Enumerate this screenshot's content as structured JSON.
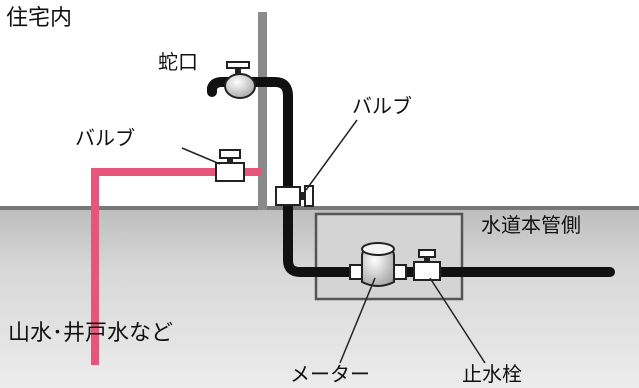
{
  "labels": {
    "indoor": "住宅内",
    "faucet": "蛇口",
    "valve_left": "バルブ",
    "valve_right": "バルブ",
    "main_pipe_side": "水道本管側",
    "other_water": "山水･井戸水など",
    "meter": "メーター",
    "stop_valve": "止水栓"
  },
  "colors": {
    "black_pipe": "#111111",
    "pink_pipe": "#e8557a",
    "ground": "#d6d6d6",
    "wall": "#8a8a8a"
  }
}
